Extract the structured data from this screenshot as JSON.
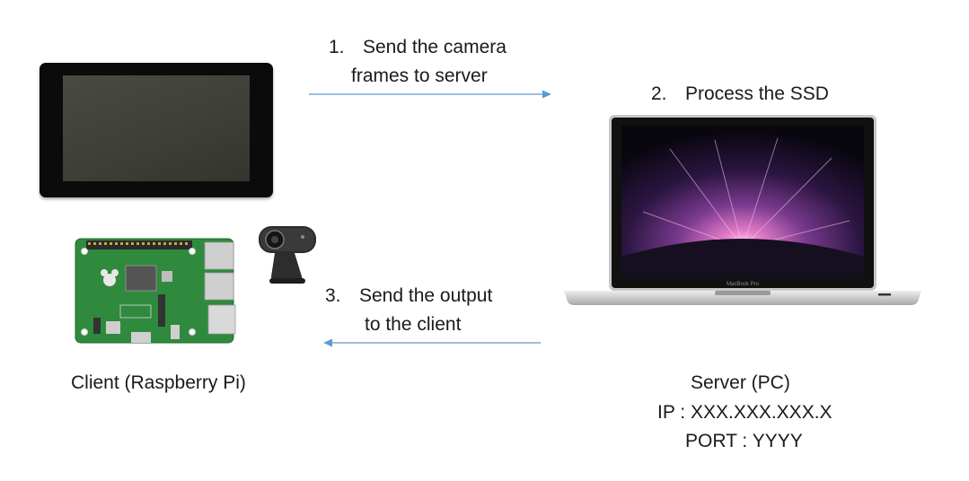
{
  "steps": {
    "step1": {
      "num": "1.",
      "line1": "Send the camera",
      "line2": "frames to server"
    },
    "step2": {
      "num": "2.",
      "text": "Process the SSD"
    },
    "step3": {
      "num": "3.",
      "line1": "Send the output",
      "line2": "to the client"
    }
  },
  "client": {
    "label": "Client (Raspberry Pi)"
  },
  "server": {
    "label": "Server (PC)",
    "ip": "IP : XXX.XXX.XXX.X",
    "port": "PORT : YYYY",
    "laptop_brand": "MacBook Pro"
  },
  "colors": {
    "arrow": "#5b9bd5",
    "pcb": "#2f8a3e",
    "text": "#1a1a1a"
  },
  "icons": {
    "display": "touchscreen-display-icon",
    "board": "raspberry-pi-board-icon",
    "camera": "webcam-icon",
    "computer": "laptop-icon"
  }
}
